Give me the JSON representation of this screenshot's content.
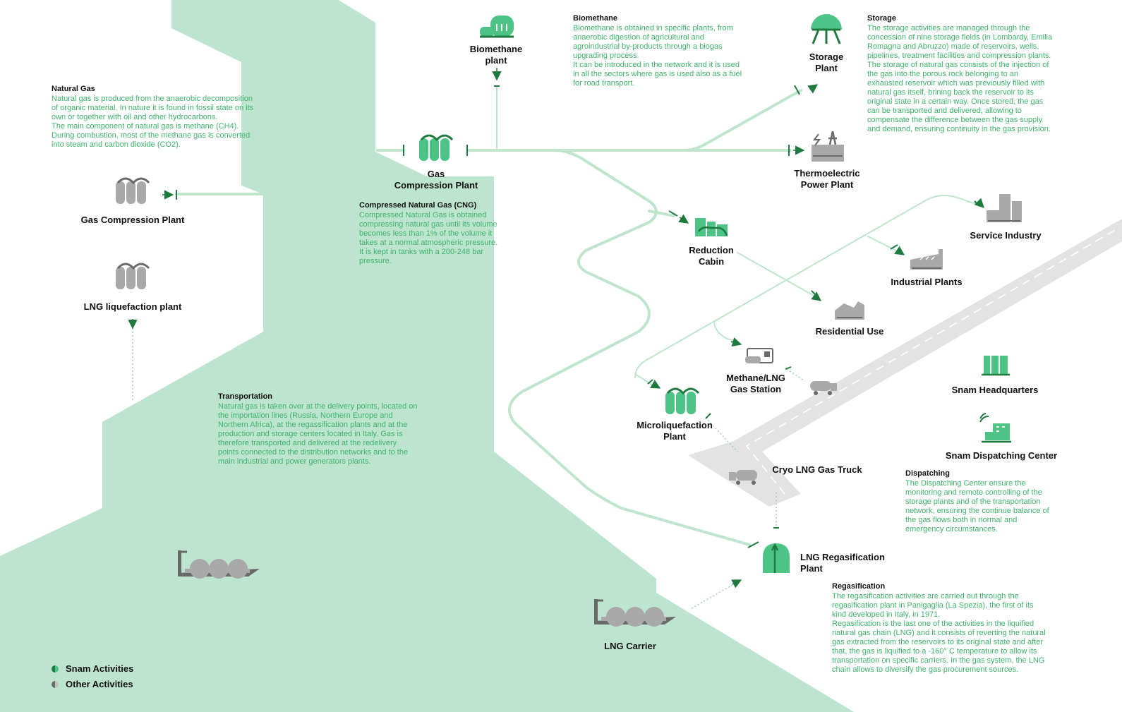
{
  "colors": {
    "land": "#bde4cf",
    "pipe": "#bfe5cd",
    "road": "#e3e3e3",
    "snam_green": "#4dc485",
    "snam_dark": "#1f7a3f",
    "other_grey": "#a9a9a9",
    "other_dark": "#6a6a6a",
    "text_green": "#3fb36b"
  },
  "blocks": {
    "natural_gas": {
      "title": "Natural Gas",
      "body": "Natural gas is produced from the anaerobic decomposition\nof organic material. In nature it is found in fossil state on its\nown or together with oil and other hydrocarbons.\nThe main component of natural gas is methane (CH4).\nDuring combustion, most of the methane gas is converted\ninto steam and carbon dioxide (CO2)."
    },
    "cng": {
      "title": "Compressed Natural Gas (CNG)",
      "body": "Compressed Natural Gas is obtained\ncompressing natural gas until its volume\nbecomes less than 1% of the volume it\ntakes at a normal atmospheric pressure.\nIt is kept in tanks with a 200-248 bar\npressure."
    },
    "biomethane": {
      "title": "Biomethane",
      "body": "Biomethane is obtained in specific plants, from\nanaerobic digestion of agricultural and\nagroindustrial by-products through a biogas\nupgrading process.\nIt can be introduced in the network and it is used\nin all the sectors where gas is used also as a fuel\nfor road transport."
    },
    "storage": {
      "title": "Storage",
      "body": "The storage activities are managed through the\nconcession of nine storage fields (in Lombardy, Emilia\nRomagna and Abruzzo) made of reservoirs, wells,\npipelines, treatment facilities and compression plants.\nThe storage of natural gas consists of the injection of\nthe gas into the porous rock belonging to an\nexhausted reservoir which was previously filled with\nnatural gas itself, brining back the reservoir to its\noriginal state in a certain way. Once stored, the gas\ncan be transported and delivered, allowing to\ncompensate the difference between the gas supply\nand demand, ensuring continuity in the gas provision."
    },
    "transportation": {
      "title": "Transportation",
      "body": "Natural gas is taken over at the delivery points, located on\nthe importation lines (Russia, Northern Europe and\nNorthern Africa), at the regassification plants and at the\nproduction and storage centers located in Italy. Gas is\ntherefore transported and delivered at the redelivery\npoints connected to the distribution networks and to the\nmain industrial and power generators plants."
    },
    "dispatching": {
      "title": "Dispatching",
      "body": "The Dispatching Center ensure the\nmonitoring and remote controlling of the\nstorage plants and of the transportation\nnetwork, ensuring the continue balance of\nthe gas flows both in normal and\nemergency circumstances."
    },
    "regasification": {
      "title": "Regasification",
      "body": "The regasification activities are carried out through the\nregasification plant in Panigaglia (La Spezia), the first of its\nkind developed in Italy, in 1971.\nRegasification is the last one of the activities in the liquified\nnatural gas chain (LNG) and it consists of reverting the natural\ngas extracted from the reservoirs to its original state and after\nthat, the gas is liquified to a -160° C temperature to allow its\ntransportation on specific carriers. In the gas system, the LNG\nchain allows to diversify the gas procurement sources."
    }
  },
  "labels": {
    "gas_compression_left": "Gas Compression Plant",
    "lng_liquefaction": "LNG liquefaction plant",
    "gas_compression_center": "Gas\nCompression Plant",
    "biomethane_plant": "Biomethane\nplant",
    "storage_plant": "Storage\nPlant",
    "thermoelectric": "Thermoelectric\nPower Plant",
    "reduction_cabin": "Reduction\nCabin",
    "service_industry": "Service Industry",
    "industrial_plants": "Industrial Plants",
    "residential_use": "Residential Use",
    "methane_station": "Methane/LNG\nGas Station",
    "snam_headquarters": "Snam Headquarters",
    "microliquefaction": "Microliquefaction\nPlant",
    "cryo_truck": "Cryo LNG Gas Truck",
    "snam_dispatching": "Snam Dispatching Center",
    "lng_regasification": "LNG Regasification\nPlant",
    "lng_carrier": "LNG Carrier"
  },
  "legend": {
    "snam": "Snam Activities",
    "other": "Other Activities"
  },
  "icons": {
    "compression": "gas-compression-plant-icon",
    "biomethane": "biomethane-plant-icon",
    "storage": "storage-dome-icon",
    "thermo": "power-plant-icon",
    "reduction": "reduction-cabin-icon",
    "building": "building-icon",
    "factory": "factory-icon",
    "house": "house-icon",
    "station": "gas-station-icon",
    "truck": "tanker-truck-icon",
    "ship": "lng-carrier-ship-icon",
    "dispatch": "dispatching-center-icon",
    "hq": "headquarters-icon",
    "regas": "regasification-tank-icon"
  }
}
